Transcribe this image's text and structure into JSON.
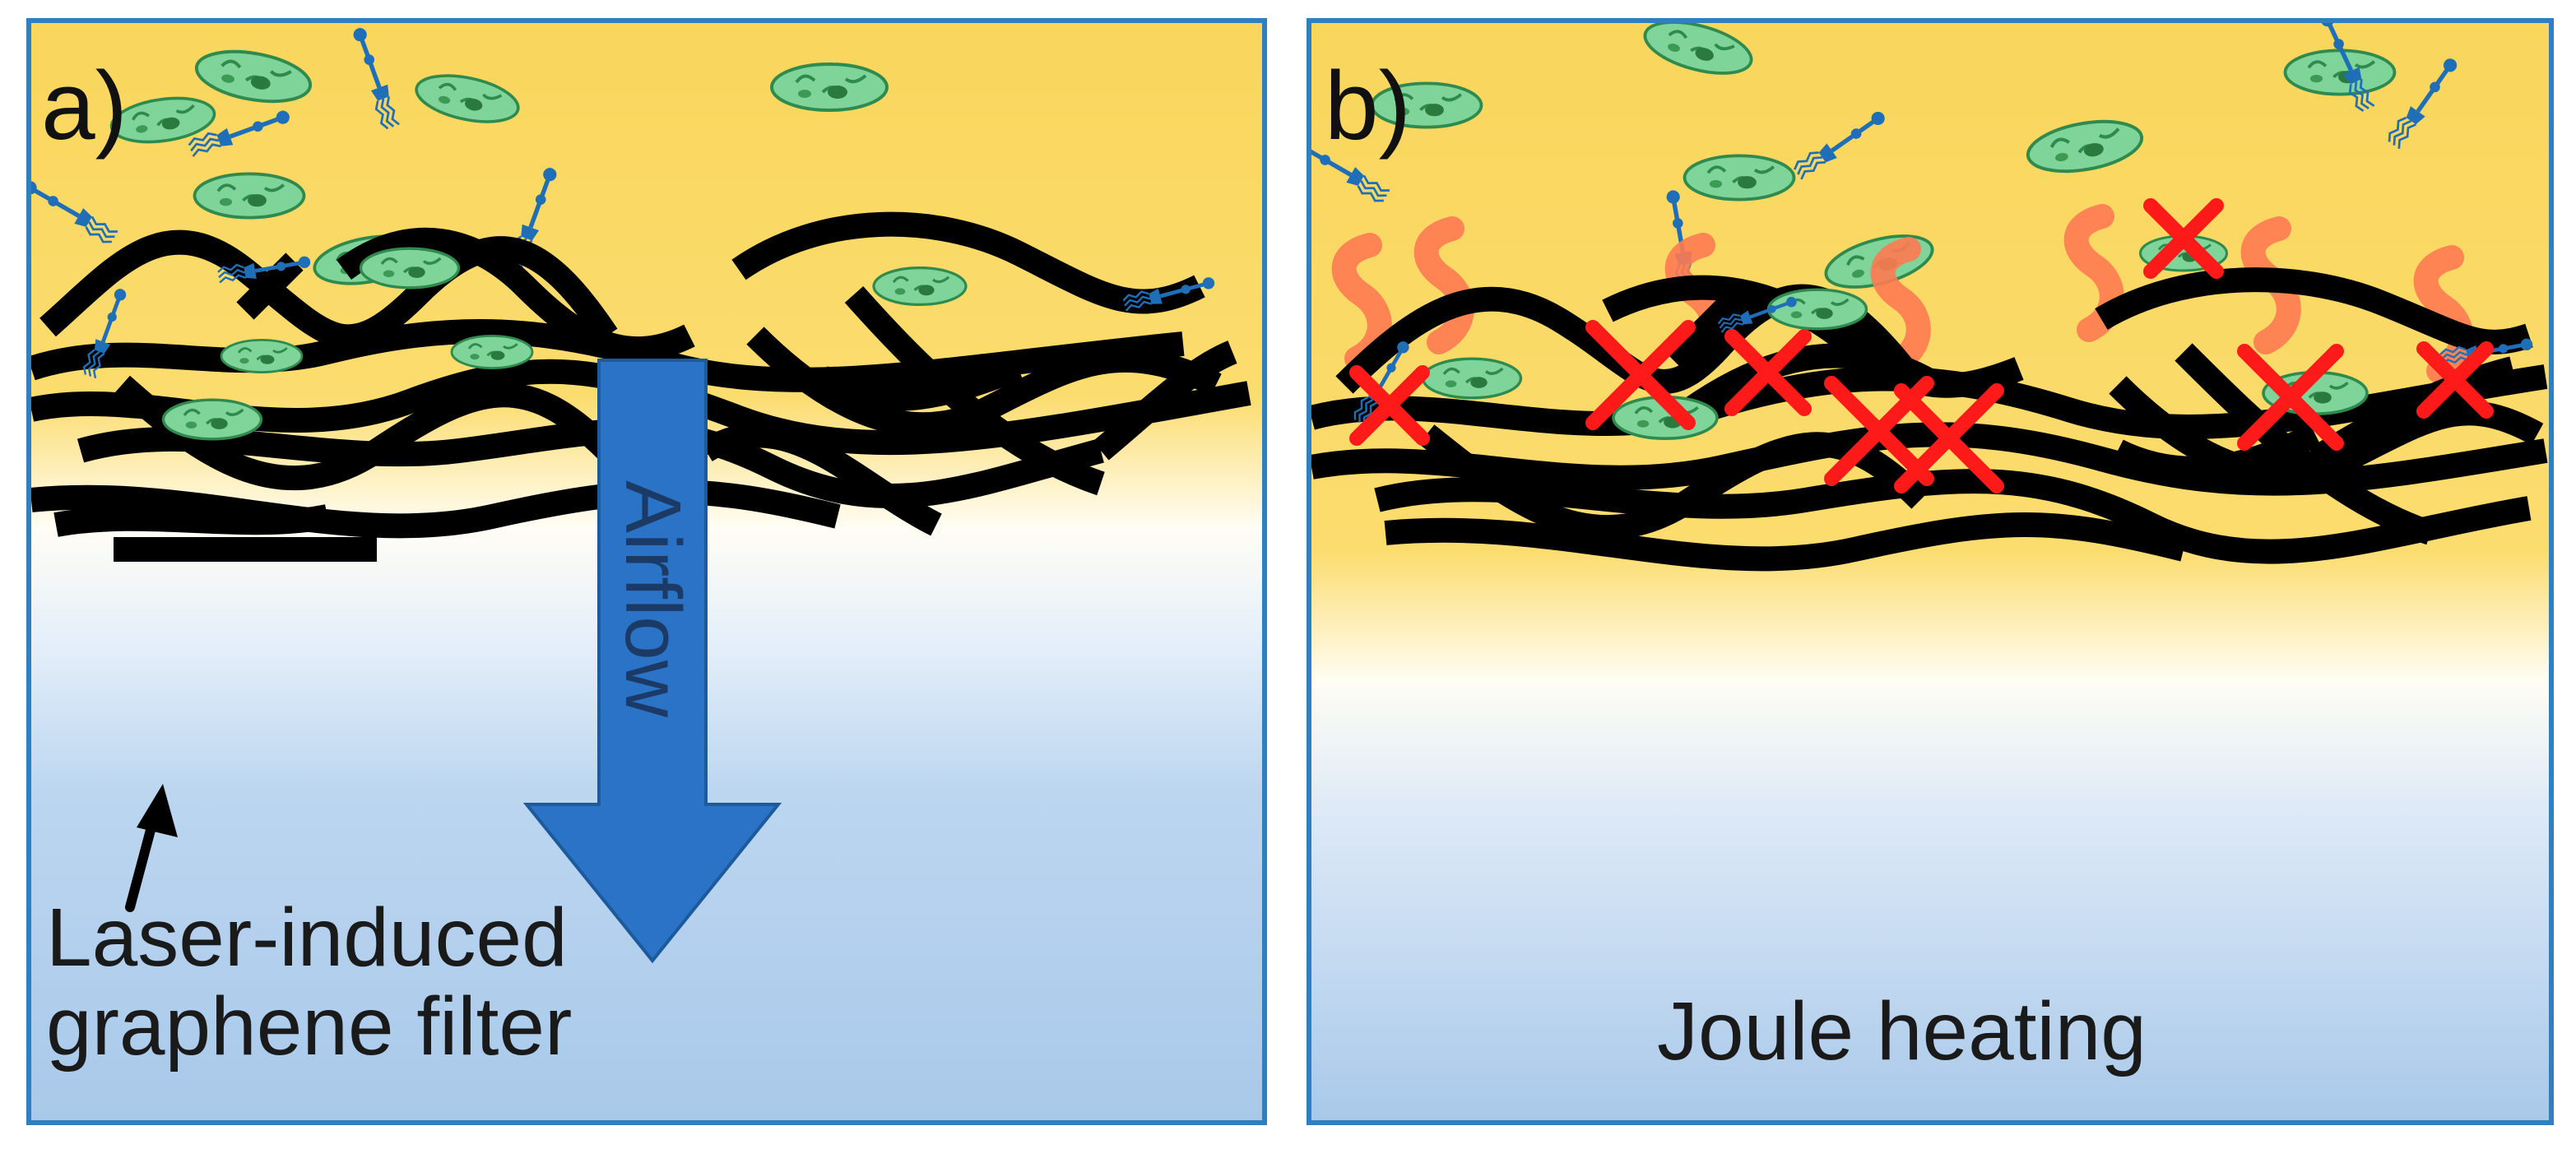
{
  "panel_a": {
    "label": "a)",
    "airflow_label": "Airflow",
    "filter_label_line1": "Laser-induced",
    "filter_label_line2": "graphene filter"
  },
  "panel_b": {
    "label": "b)",
    "heating_label": "Joule heating"
  },
  "colors": {
    "border": "#2f7fc1",
    "air_top": "#f9d65c",
    "air_bottom": "#a9c9ea",
    "graphene": "#000000",
    "bacteria": "#7fd49a",
    "virus": "#1f6fb8",
    "arrow": "#2a73c6",
    "heat_wave": "#ff7a52",
    "kill_mark": "#ff1a1a"
  }
}
